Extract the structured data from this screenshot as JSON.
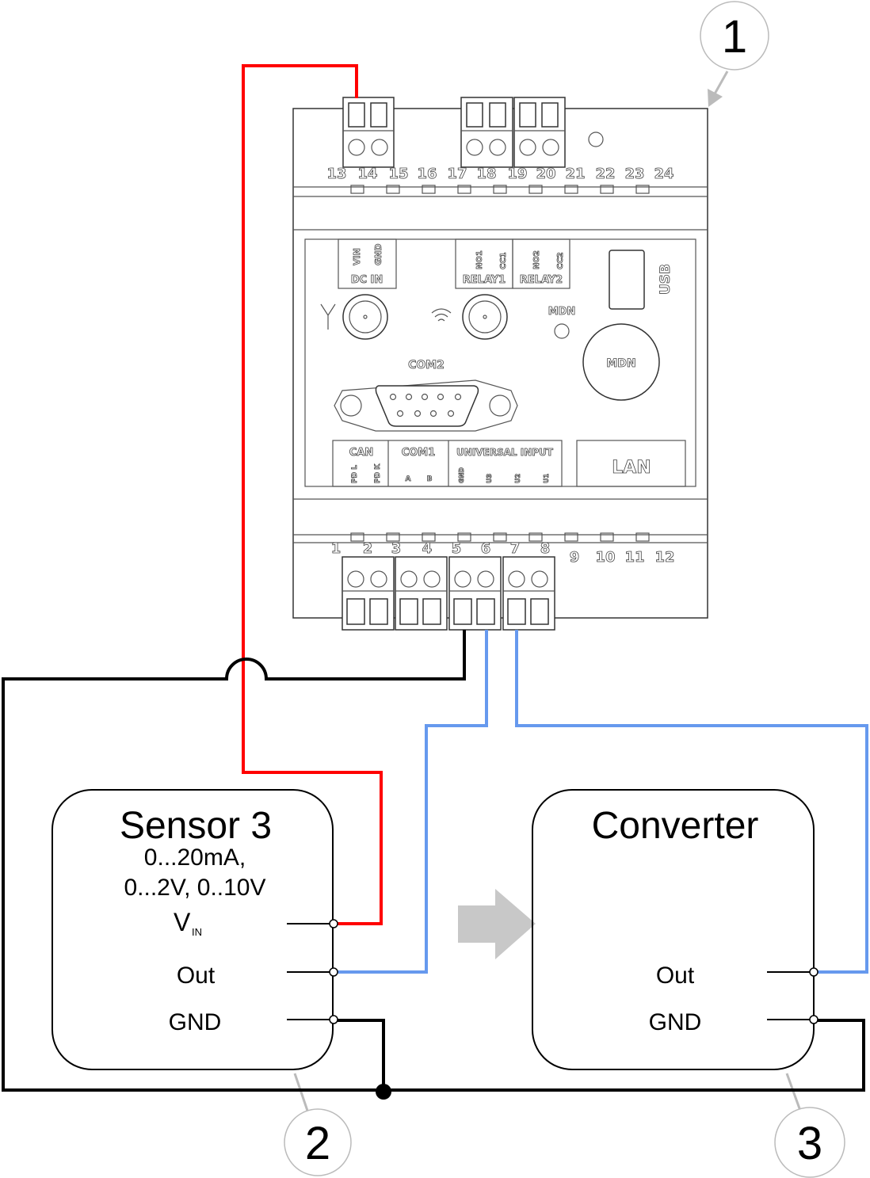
{
  "callouts": [
    "1",
    "2",
    "3"
  ],
  "device": {
    "top_terminals": [
      "13",
      "14",
      "15",
      "16",
      "17",
      "18",
      "19",
      "20",
      "21",
      "22",
      "23",
      "24"
    ],
    "bottom_terminals": [
      "1",
      "2",
      "3",
      "4",
      "5",
      "6",
      "7",
      "8",
      "9",
      "10",
      "11",
      "12"
    ],
    "dc_in": {
      "label": "DC IN",
      "pins": [
        "VIN",
        "GND"
      ]
    },
    "relay1": {
      "label": "RELAY1",
      "pins": [
        "NO1",
        "CC1"
      ]
    },
    "relay2": {
      "label": "RELAY2",
      "pins": [
        "NO2",
        "CC2"
      ]
    },
    "usb": "USB",
    "mdn_led": "MDN",
    "mdn_button": "MDN",
    "com2": "COM2",
    "can": {
      "label": "CAN",
      "pins": [
        "PD L",
        "PD K"
      ]
    },
    "com1": {
      "label": "COM1",
      "pins": [
        "A",
        "B"
      ]
    },
    "universal_input": {
      "label": "UNIVERSAL INPUT",
      "pins": [
        "GND",
        "U3",
        "U2",
        "U1"
      ]
    },
    "lan": "LAN"
  },
  "sensor": {
    "title": "Sensor 3",
    "range_line1": "0...20mA,",
    "range_line2": "0...2V, 0..10V",
    "pin_vin": "V",
    "pin_vin_sub": "IN",
    "pin_out": "Out",
    "pin_gnd": "GND"
  },
  "converter": {
    "title": "Converter",
    "pin_out": "Out",
    "pin_gnd": "GND"
  },
  "colors": {
    "power_wire": "#ff0000",
    "signal_wire": "#6699ee",
    "ground_wire": "#000000",
    "arrow": "#c8c8c8"
  }
}
